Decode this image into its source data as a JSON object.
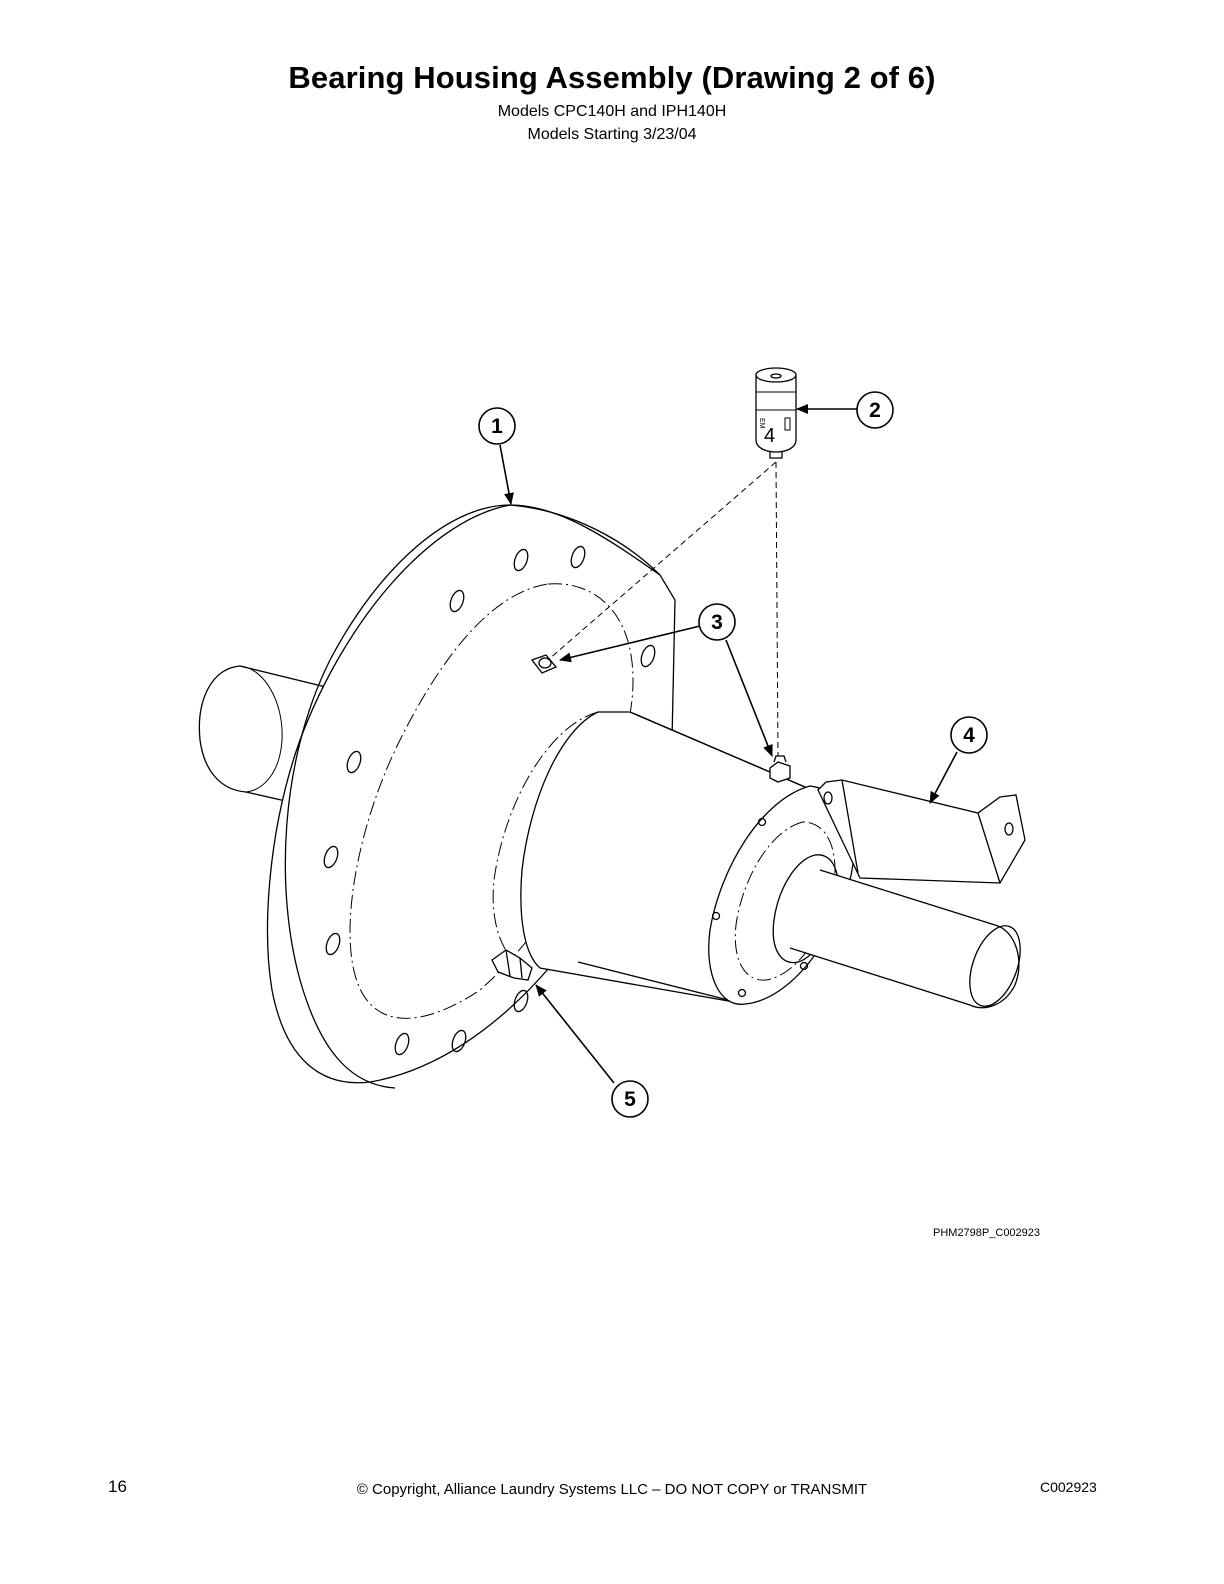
{
  "header": {
    "title": "Bearing Housing Assembly (Drawing 2 of 6)",
    "subtitle_models": "Models CPC140H and IPH140H",
    "subtitle_start": "Models Starting 3/23/04"
  },
  "diagram": {
    "callouts": [
      "1",
      "2",
      "3",
      "4",
      "5"
    ],
    "lubricator_label": "4",
    "lubricator_small_label": "EM",
    "drawing_id": "PHM2798P_C002923"
  },
  "footer": {
    "page_number": "16",
    "copyright": "© Copyright, Alliance Laundry Systems LLC – DO NOT COPY or TRANSMIT",
    "doc_code": "C002923"
  }
}
